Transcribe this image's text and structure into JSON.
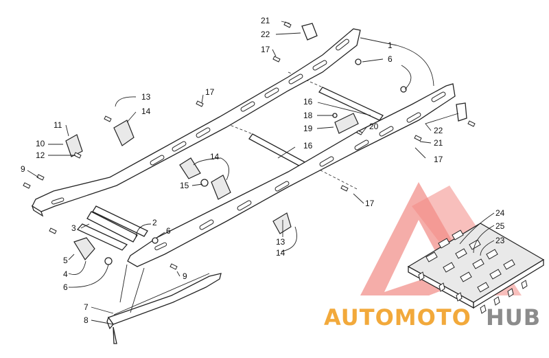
{
  "diagram": {
    "callouts": [
      {
        "id": "c21a",
        "text": "21"
      },
      {
        "id": "c22a",
        "text": "22"
      },
      {
        "id": "c1",
        "text": "1"
      },
      {
        "id": "c17a",
        "text": "17"
      },
      {
        "id": "c6a",
        "text": "6"
      },
      {
        "id": "c13a",
        "text": "13"
      },
      {
        "id": "c14a",
        "text": "14"
      },
      {
        "id": "c17b",
        "text": "17"
      },
      {
        "id": "c16a",
        "text": "16"
      },
      {
        "id": "c18",
        "text": "18"
      },
      {
        "id": "c19",
        "text": "19"
      },
      {
        "id": "c20",
        "text": "20"
      },
      {
        "id": "c22b",
        "text": "22"
      },
      {
        "id": "c21b",
        "text": "21"
      },
      {
        "id": "c11",
        "text": "11"
      },
      {
        "id": "c10",
        "text": "10"
      },
      {
        "id": "c12",
        "text": "12"
      },
      {
        "id": "c16b",
        "text": "16"
      },
      {
        "id": "c17c",
        "text": "17"
      },
      {
        "id": "c9a",
        "text": "9"
      },
      {
        "id": "c14b",
        "text": "14"
      },
      {
        "id": "c15",
        "text": "15"
      },
      {
        "id": "c17d",
        "text": "17"
      },
      {
        "id": "c2",
        "text": "2"
      },
      {
        "id": "c3",
        "text": "3"
      },
      {
        "id": "c6b",
        "text": "6"
      },
      {
        "id": "c13b",
        "text": "13"
      },
      {
        "id": "c14c",
        "text": "14"
      },
      {
        "id": "c5",
        "text": "5"
      },
      {
        "id": "c4",
        "text": "4"
      },
      {
        "id": "c6c",
        "text": "6"
      },
      {
        "id": "c9b",
        "text": "9"
      },
      {
        "id": "c24",
        "text": "24"
      },
      {
        "id": "c25",
        "text": "25"
      },
      {
        "id": "c23",
        "text": "23"
      },
      {
        "id": "c7",
        "text": "7"
      },
      {
        "id": "c8",
        "text": "8"
      }
    ]
  },
  "watermark": {
    "word_part1": "AUTOMOTO",
    "word_part2": "HUB",
    "colors": {
      "orange": "#f2a93b",
      "red": "#f07670",
      "gray": "#8c8c8c"
    }
  }
}
